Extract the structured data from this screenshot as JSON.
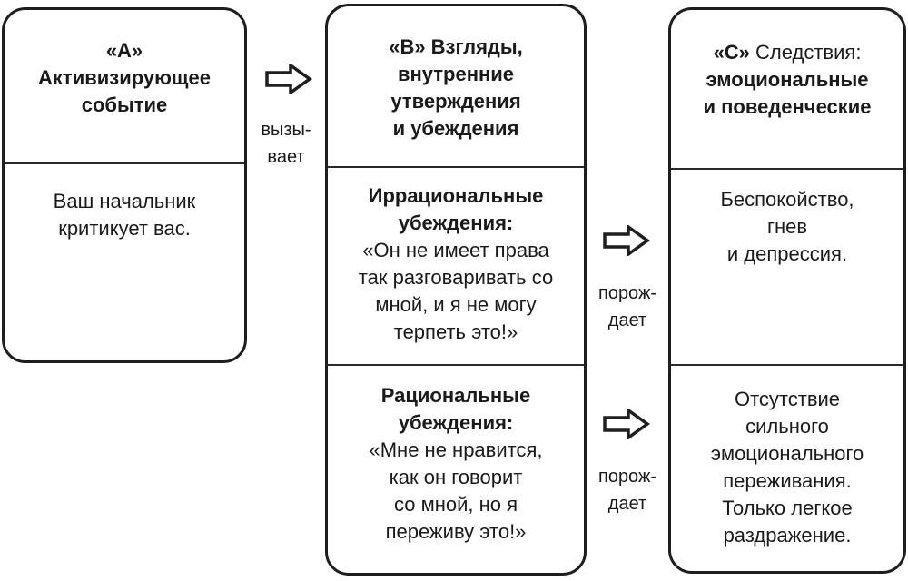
{
  "box_a": {
    "header": [
      "«A»",
      "Активизирующее",
      "событие"
    ],
    "body": [
      "Ваш начальник",
      "критикует вас."
    ]
  },
  "box_b": {
    "header": [
      "«B» Взгляды,",
      "внутренние",
      "утверждения",
      "и убеждения"
    ],
    "irrational": {
      "title": [
        "Иррациональные",
        "убеждения:"
      ],
      "quote": [
        "«Он не имеет права",
        "так разговаривать со",
        "мной, и я не могу",
        "терпеть это!»"
      ]
    },
    "rational": {
      "title": [
        "Рациональные",
        "убеждения:"
      ],
      "quote": [
        "«Мне не нравится,",
        "как он говорит",
        "со мной, но я",
        "переживу это!»"
      ]
    }
  },
  "box_c": {
    "header_prefix": "«C»",
    "header_rest": " Следствия:",
    "header_bold": [
      "эмоциональные",
      "и поведенческие"
    ],
    "body_top": [
      "Беспокойство,",
      "гнев",
      "и депрессия."
    ],
    "body_bottom": [
      "Отсутствие",
      "сильного",
      "эмоционального",
      "переживания.",
      "Только легкое",
      "раздражение."
    ]
  },
  "connectors": {
    "causes": [
      "вызы-",
      "вает"
    ],
    "produces_1": [
      "порож-",
      "дает"
    ],
    "produces_2": [
      "порож-",
      "дает"
    ]
  }
}
